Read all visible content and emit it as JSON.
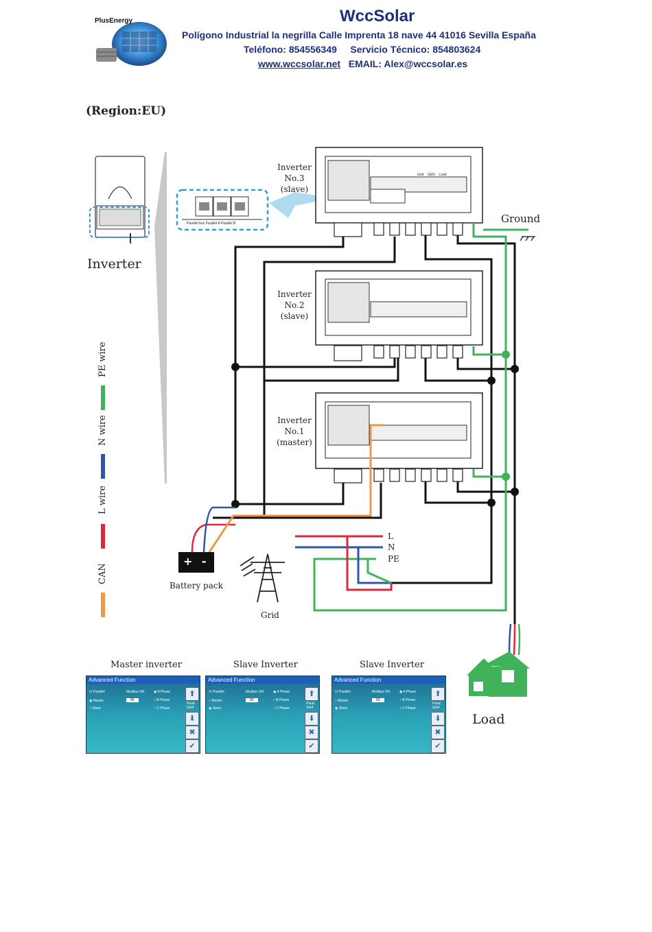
{
  "header": {
    "brand_logo_text": "PlusEnergy",
    "company": "WccSolar",
    "address": "Polígono Industrial la negrilla Calle Imprenta 18 nave 44 41016 Sevilla España",
    "phone": "Teléfono: 854556349",
    "service": "Servicio Técnico: 854803624",
    "website": "www.wccsolar.net",
    "email": "EMAIL: Alex@wccsolar.es"
  },
  "region": "(Region:EU)",
  "side": {
    "inverter_label": "Inverter",
    "parallel_ports_caption": "Parallel box  Parallel A  Parallel B"
  },
  "inverters": [
    {
      "line1": "Inverter",
      "line2": "No.3",
      "line3": "(slave)"
    },
    {
      "line1": "Inverter",
      "line2": "No.2",
      "line3": "(slave)"
    },
    {
      "line1": "Inverter",
      "line2": "No.1",
      "line3": "(master)"
    }
  ],
  "terminal_labels": {
    "grid": "Grid",
    "gen": "GEN",
    "load": "Load"
  },
  "legend": [
    {
      "label": "PE wire",
      "color": "#3fb25a"
    },
    {
      "label": "N wire",
      "color": "#2d56a6"
    },
    {
      "label": "L wire",
      "color": "#e0263a"
    },
    {
      "label": "CAN",
      "color": "#f0954a"
    }
  ],
  "ground_label": "Ground",
  "grid_lines": {
    "l": "L",
    "n": "N",
    "pe": "PE"
  },
  "battery": {
    "plus": "+",
    "minus": "-",
    "label": "Battery pack"
  },
  "grid_label": "Grid",
  "load_label": "Load",
  "colors": {
    "pe": "#3fb25a",
    "n": "#2d56a6",
    "l": "#e0263a",
    "can": "#f0954a",
    "header": "#1c2f7a",
    "highlight": "#2aa0d4"
  },
  "screens": [
    {
      "title": "Master inverter",
      "header": "Advanced Function",
      "parallel": "Parallel",
      "master": "Master",
      "slave": "Slave",
      "modbus_label": "Modbus SN",
      "modbus_value": "00",
      "phase_a": "A Phase",
      "phase_b": "B Phase",
      "phase_c": "C Phase",
      "paral_btn": "Paral. Set4"
    },
    {
      "title": "Slave Inverter",
      "header": "Advanced Function",
      "parallel": "Parallel",
      "master": "Master",
      "slave": "Slave",
      "modbus_label": "Modbus SN",
      "modbus_value": "02",
      "phase_a": "A Phase",
      "phase_b": "B Phase",
      "phase_c": "C Phase",
      "paral_btn": "Paral. Set4"
    },
    {
      "title": "Slave Inverter",
      "header": "Advanced Function",
      "parallel": "Parallel",
      "master": "Master",
      "slave": "Slave",
      "modbus_label": "Modbus SN",
      "modbus_value": "03",
      "phase_a": "A Phase",
      "phase_b": "B Phase",
      "phase_c": "C Phase",
      "paral_btn": "Paral. Set4"
    }
  ]
}
